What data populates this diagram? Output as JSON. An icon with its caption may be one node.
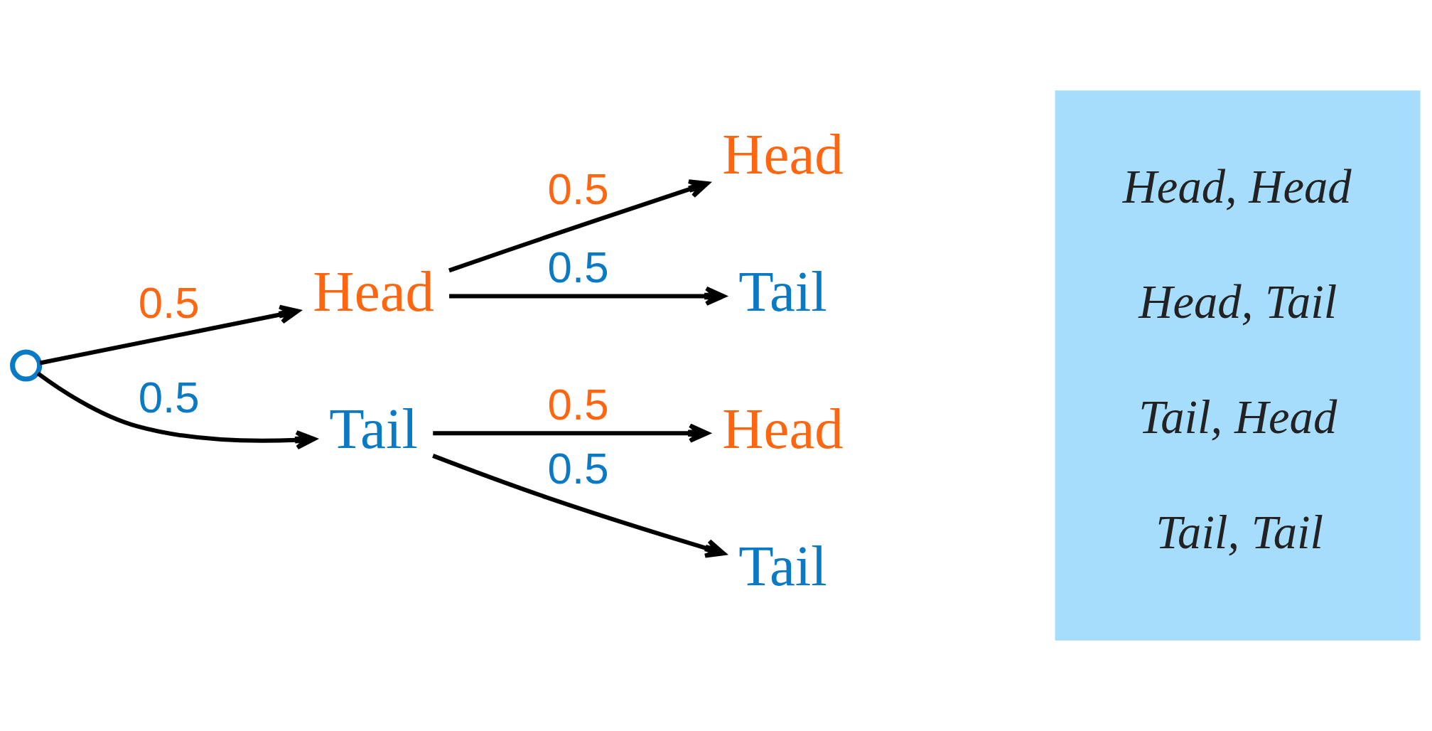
{
  "diagram": {
    "nodes": [
      {
        "text": [],
        "shape": "circle"
      },
      {
        "text": [
          "Head"
        ]
      },
      {
        "text": [
          "Tail"
        ]
      },
      {
        "text": [
          "Head"
        ]
      },
      {
        "text": [
          "Tail"
        ]
      },
      {
        "text": [
          "Head"
        ]
      },
      {
        "text": [
          "Tail"
        ]
      },
      {
        "text": [
          "Head, Head",
          "Head, Tail",
          "Tail, Head",
          "Tail, Tail"
        ]
      }
    ],
    "edges": [
      {
        "from": 0,
        "to": 1,
        "arrow": "to",
        "label": "0.5"
      },
      {
        "from": 0,
        "to": 2,
        "arrow": "to",
        "label": "0.5"
      },
      {
        "from": 1,
        "to": 3,
        "arrow": "to",
        "label": "0.5"
      },
      {
        "from": 1,
        "to": 4,
        "arrow": "to",
        "label": "0.5"
      },
      {
        "from": 2,
        "to": 5,
        "arrow": "to",
        "label": "0.5"
      },
      {
        "from": 2,
        "to": 6,
        "arrow": "to",
        "label": "0.5"
      }
    ]
  }
}
